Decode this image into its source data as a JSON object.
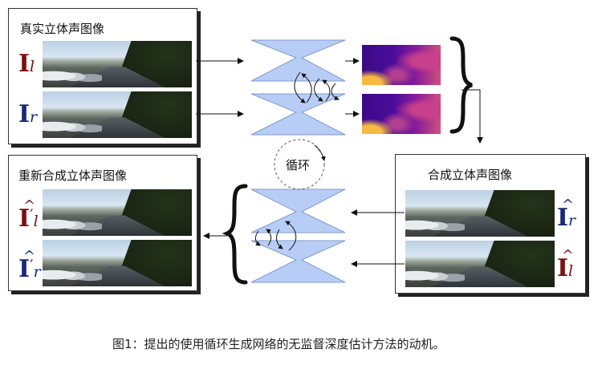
{
  "top_left_panel": {
    "title": "真实立体声图像",
    "left_label": "l",
    "right_label": "r"
  },
  "bottom_left_panel": {
    "title": "重新合成立体声图像",
    "left_label": "l",
    "right_label": "r"
  },
  "right_panel": {
    "title": "合成立体声图像",
    "left_label": "l",
    "right_label": "r"
  },
  "cycle_label": "循环",
  "caption": "图1：提出的使用循环生成网络的无监督深度估计方法的动机。",
  "colors": {
    "left_symbol": "#7b1010",
    "right_symbol": "#18287a",
    "network": "#b8cdf5"
  }
}
